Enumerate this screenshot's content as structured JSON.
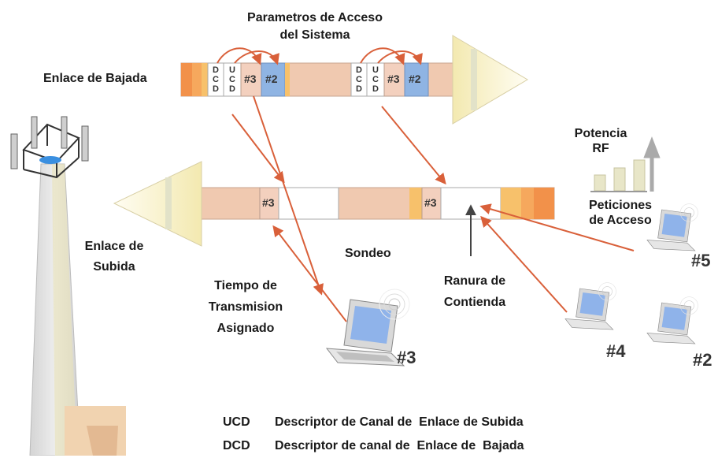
{
  "labels": {
    "system_access": [
      "Parametros de Acceso",
      "del Sistema"
    ],
    "downlink": "Enlace de Bajada",
    "uplink": [
      "Enlace de",
      "Subida"
    ],
    "rf_power": [
      "Potencia",
      "RF"
    ],
    "access_requests": [
      "Peticiones",
      "de Acceso"
    ],
    "polling": "Sondeo",
    "assigned_tx_time": [
      "Tiempo de",
      "Transmision",
      "Asignado"
    ],
    "contention_slot": [
      "Ranura de",
      "Contienda"
    ]
  },
  "frame": {
    "dcd": [
      "D",
      "C",
      "D"
    ],
    "ucd": [
      "U",
      "C",
      "D"
    ],
    "slot3": "#3",
    "slot2": "#2"
  },
  "devices": {
    "laptop_main": "#3",
    "laptop_5": "#5",
    "laptop_4": "#4",
    "laptop_2": "#2"
  },
  "legend": [
    {
      "abbr": "UCD",
      "desc": "Descriptor de Canal de  Enlace de Subida"
    },
    {
      "abbr": "DCD",
      "desc": "Descriptor de canal de  Enlace de  Bajada"
    }
  ],
  "colors": {
    "arrow": "#d9603a",
    "band": "#f0c9b0",
    "slot_blue": "#8fb4e3",
    "slot_pink": "#f3d0be"
  }
}
